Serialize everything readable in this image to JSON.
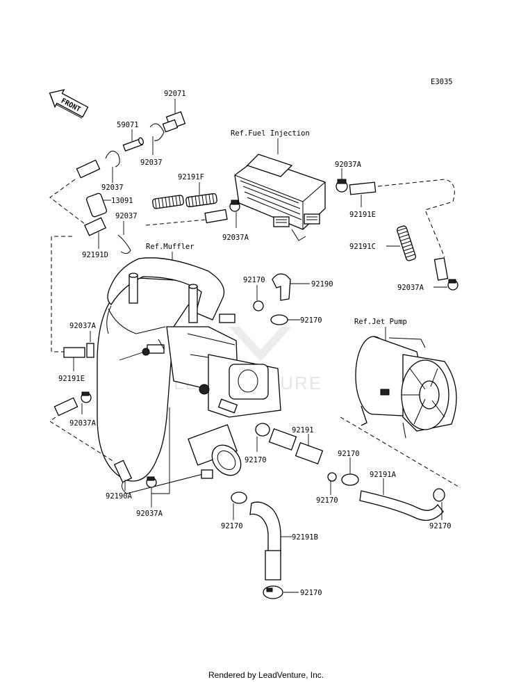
{
  "diagram_code": "E3035",
  "front_label": "FRONT",
  "refs": {
    "fuel_injection": "Ref.Fuel Injection",
    "muffler": "Ref.Muffler",
    "jet_pump": "Ref.Jet Pump"
  },
  "watermark": "LEADVENTURE",
  "credit": "Rendered by LeadVenture, Inc.",
  "labels": {
    "p92071": "92071",
    "p59071": "59071",
    "p92037_a": "92037",
    "p92037_b": "92037",
    "p92037_c": "92037",
    "p13091": "13091",
    "p92191F": "92191F",
    "p92191D": "92191D",
    "p92037A_ecu_top": "92037A",
    "p92191E_right": "92191E",
    "p92037A_ecu_bottom": "92037A",
    "p92191C": "92191C",
    "p92037A_right": "92037A",
    "p92170_a": "92170",
    "p92190": "92190",
    "p92170_b": "92170",
    "p92037A_left": "92037A",
    "p92191E_left": "92191E",
    "p92037A_left2": "92037A",
    "p92191": "92191",
    "p92170_c": "92170",
    "p92170_d": "92170",
    "p92191A": "92191A",
    "p92170_e": "92170",
    "p92170_f": "92170",
    "p92190A": "92190A",
    "p92037A_bottom": "92037A",
    "p92170_g": "92170",
    "p92191B": "92191B",
    "p92170_h": "92170"
  }
}
